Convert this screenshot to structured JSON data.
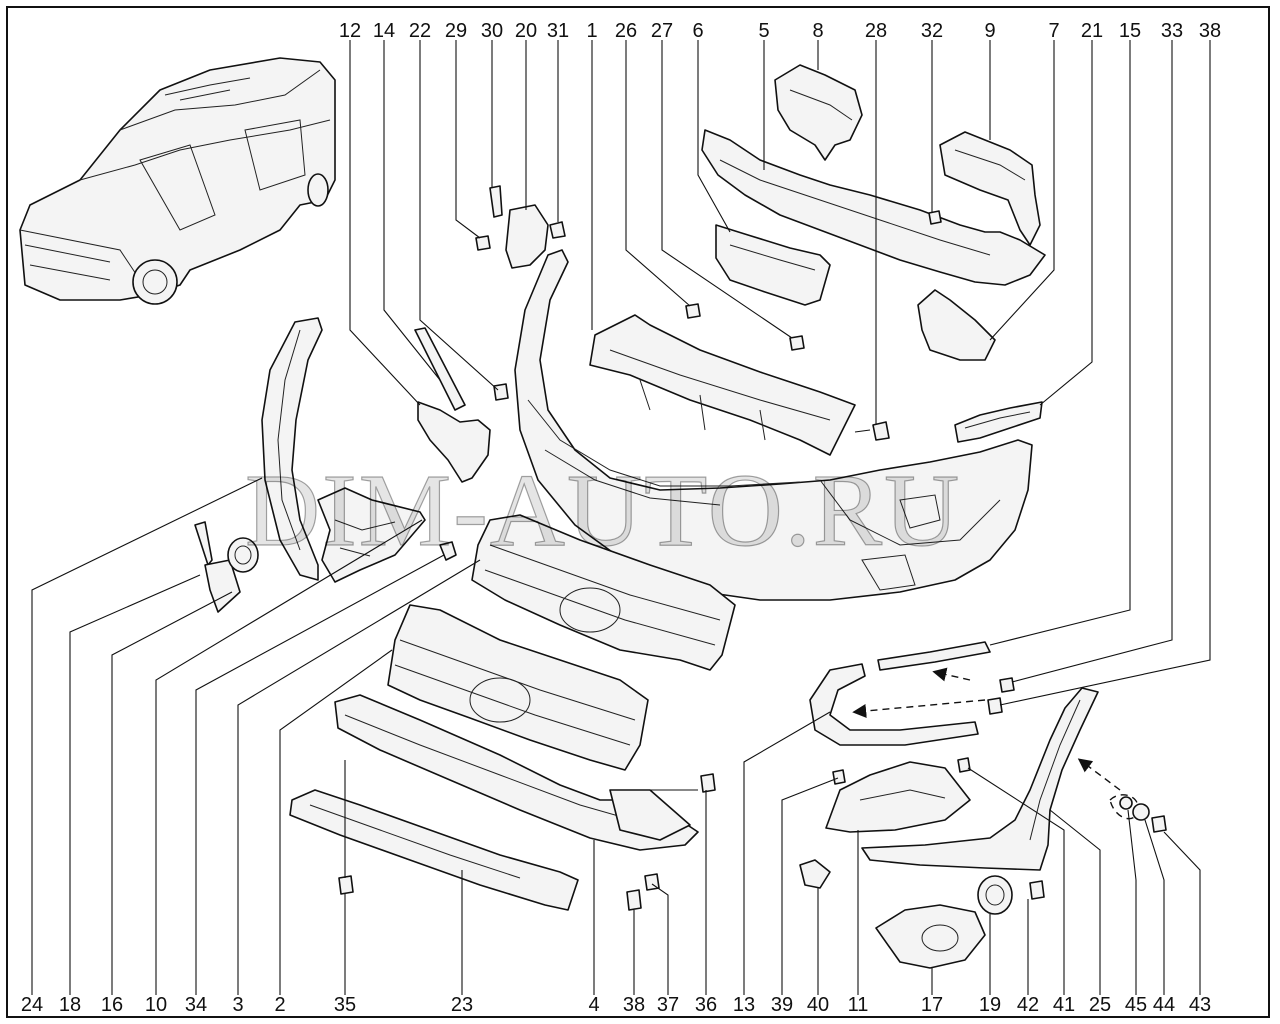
{
  "diagram": {
    "watermark": "DIM-AUTO.RU",
    "top_callouts": [
      "12",
      "14",
      "22",
      "29",
      "30",
      "20",
      "31",
      "1",
      "26",
      "27",
      "6",
      "5",
      "8",
      "28",
      "32",
      "9",
      "7",
      "21",
      "15",
      "33",
      "38"
    ],
    "bottom_callouts": [
      "24",
      "18",
      "16",
      "10",
      "34",
      "3",
      "2",
      "35",
      "23",
      "4",
      "38",
      "37",
      "36",
      "13",
      "39",
      "40",
      "11",
      "17",
      "19",
      "42",
      "41",
      "25",
      "45",
      "44",
      "43"
    ]
  }
}
